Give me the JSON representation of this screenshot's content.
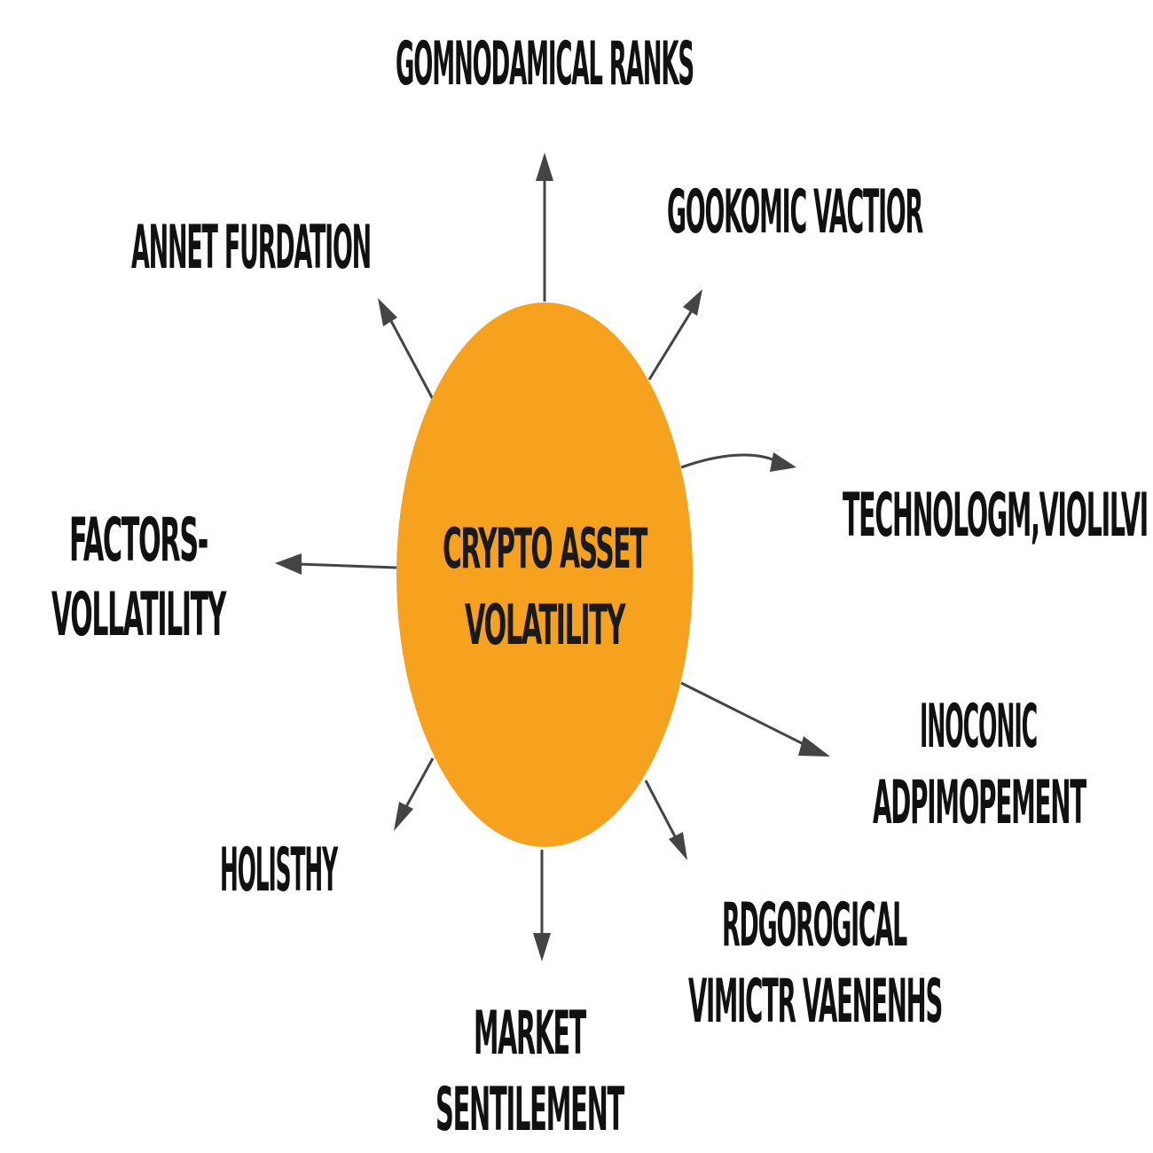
{
  "colors": {
    "center_fill": "#F6A21E",
    "arrow": "#444444",
    "text": "#111111",
    "background": "#FFFFFF"
  },
  "center": {
    "line1": "CRYPTO ASSET",
    "line2": "VOLATILITY"
  },
  "nodes": {
    "top": {
      "lines": [
        "GOMNODAMICAL RANKS"
      ]
    },
    "top_right": {
      "lines": [
        "GOOKOMIC VACTIOR"
      ]
    },
    "top_left": {
      "lines": [
        "ANNET FURDATION"
      ]
    },
    "right": {
      "lines": [
        "TECHNOLOGM,VIOLILVI"
      ]
    },
    "left": {
      "lines": [
        "FACTORS-",
        "VOLLATILITY"
      ]
    },
    "bottom_right_upper": {
      "lines": [
        "INOCONIC",
        "ADPIMOPEMENT"
      ]
    },
    "bottom_left": {
      "lines": [
        "HOLISTHY"
      ]
    },
    "bottom_right_lower": {
      "lines": [
        "RDGOROGICAL",
        "VIMICTR VAENENHS"
      ]
    },
    "bottom": {
      "lines": [
        "MARKET",
        "SENTILEMENT"
      ]
    }
  }
}
